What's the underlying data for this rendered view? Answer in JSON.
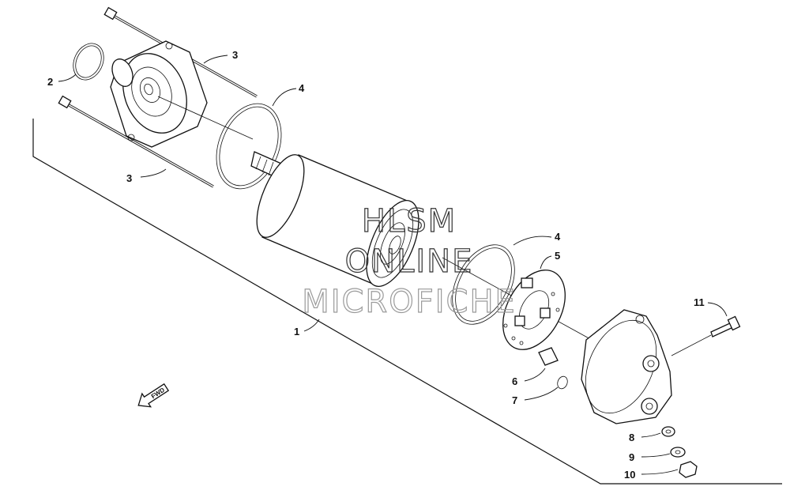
{
  "diagram": {
    "callouts": [
      {
        "id": "c1",
        "label": "1"
      },
      {
        "id": "c2",
        "label": "2"
      },
      {
        "id": "c3a",
        "label": "3"
      },
      {
        "id": "c3b",
        "label": "3"
      },
      {
        "id": "c4a",
        "label": "4"
      },
      {
        "id": "c4b",
        "label": "4"
      },
      {
        "id": "c5",
        "label": "5"
      },
      {
        "id": "c6",
        "label": "6"
      },
      {
        "id": "c7",
        "label": "7"
      },
      {
        "id": "c8",
        "label": "8"
      },
      {
        "id": "c9",
        "label": "9"
      },
      {
        "id": "c10",
        "label": "10"
      },
      {
        "id": "c11",
        "label": "11"
      }
    ],
    "fwd_label": "FWD",
    "watermark": {
      "line1": "HLSM",
      "line2": "ONLINE",
      "line3": "MICROFICHE"
    }
  }
}
